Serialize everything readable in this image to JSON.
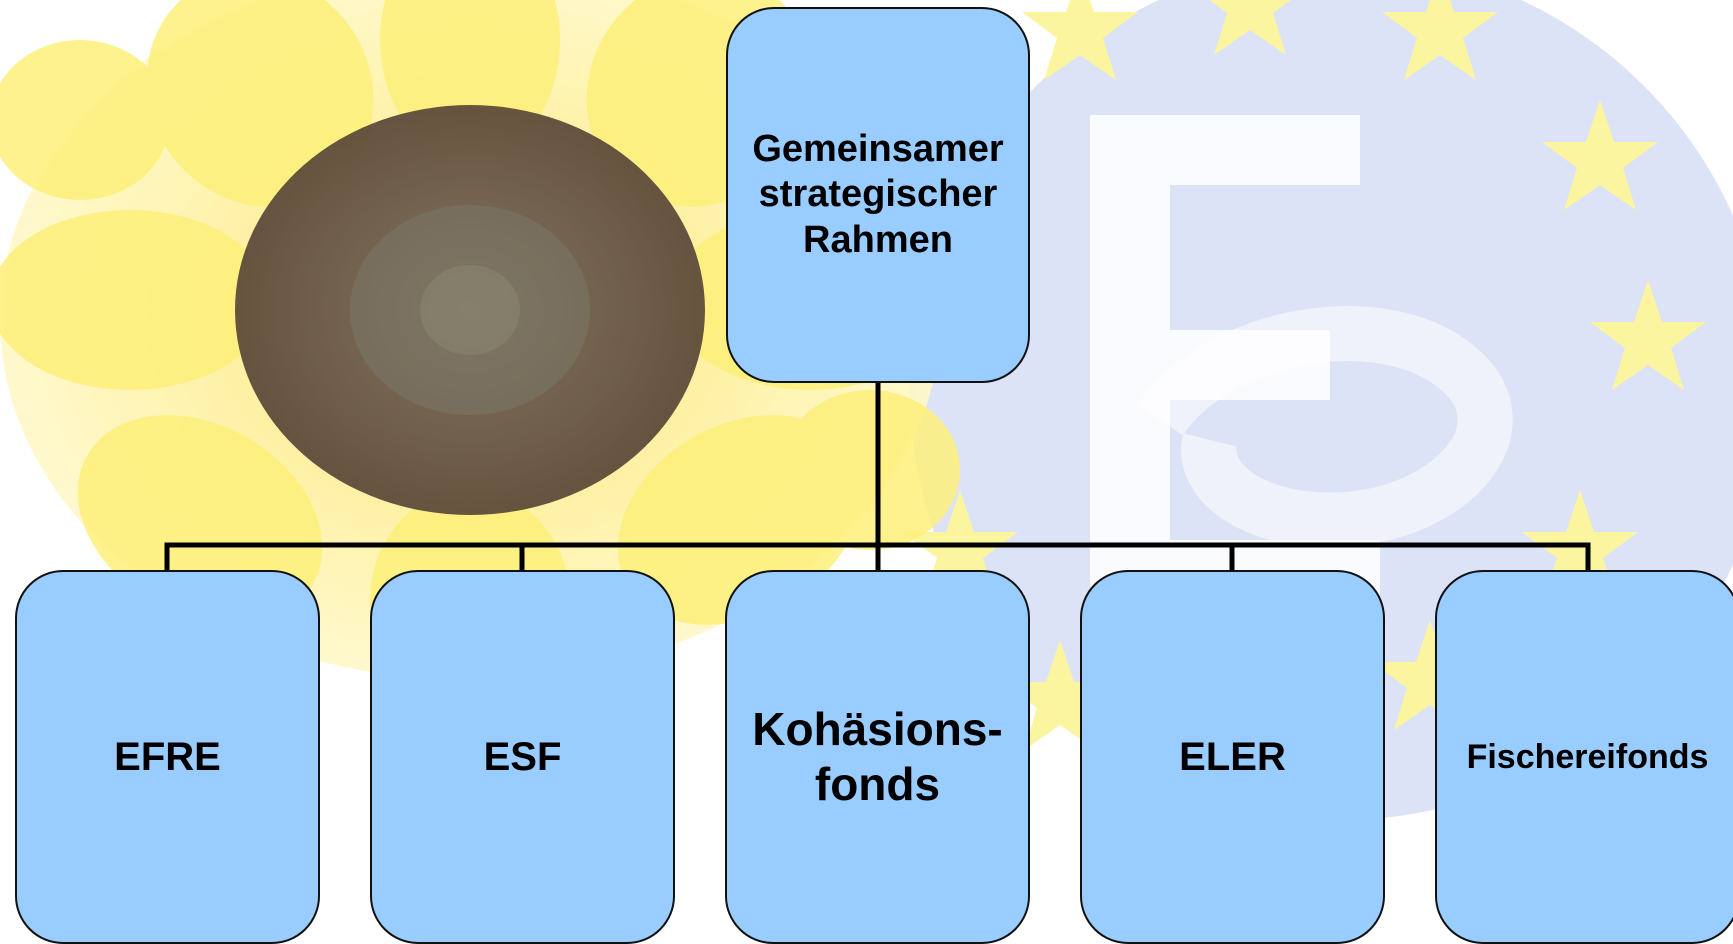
{
  "colors": {
    "node_fill": "#99ccff",
    "node_border": "#111111",
    "connector": "#000000",
    "eu_blue": "#dde3f6",
    "eu_star": "#fbf5a0",
    "sunflower_petal": "#fdf07a",
    "sunflower_center": "#6b5a4a"
  },
  "background": {
    "left_image": "sunflower-image",
    "right_image": "eu-logo-watermark"
  },
  "diagram": {
    "root": {
      "label": "Gemeinsamer\nstrategischer\nRahmen"
    },
    "children": [
      {
        "label": "EFRE"
      },
      {
        "label": "ESF"
      },
      {
        "label": "Kohäsions-\nfonds"
      },
      {
        "label": "ELER"
      },
      {
        "label": "Fischereifonds"
      }
    ]
  }
}
